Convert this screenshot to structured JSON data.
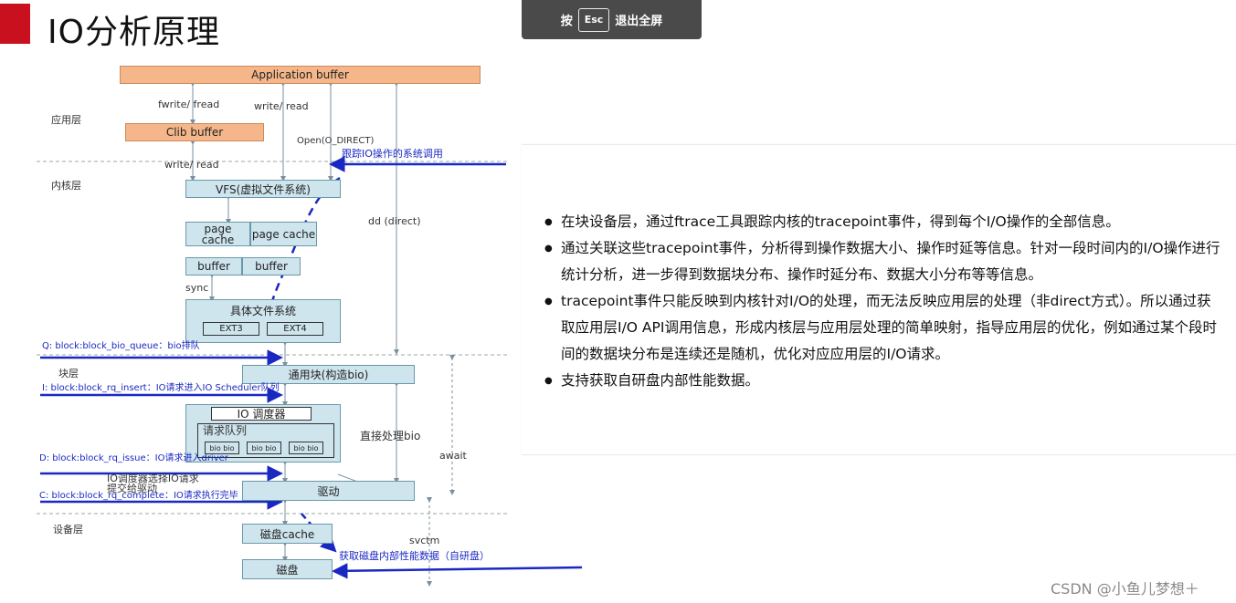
{
  "header": {
    "title": "IO分析原理"
  },
  "fullscreen_bar": {
    "press": "按",
    "key": "Esc",
    "action": "退出全屏"
  },
  "diagram": {
    "layers": {
      "app": "应用层",
      "kernel": "内核层",
      "block": "块层",
      "device": "设备层"
    },
    "boxes": {
      "app_buffer": "Application buffer",
      "clib_buffer": "Clib buffer",
      "vfs": "VFS(虚拟文件系统)",
      "page_cache_1": "page cache",
      "page_cache_2": "page cache",
      "buffer_1": "buffer",
      "buffer_2": "buffer",
      "fs": "具体文件系统",
      "ext3": "EXT3",
      "ext4": "EXT4",
      "generic_block": "通用块(构造bio)",
      "io_scheduler": "IO 调度器",
      "request_queue": "请求队列",
      "bio_1": "bio bio",
      "bio_2": "bio bio",
      "bio_3": "bio bio",
      "driver": "驱动",
      "disk_cache": "磁盘cache",
      "disk": "磁盘"
    },
    "labels": {
      "fwrite": "fwrite/ fread",
      "write_read_top": "write/ read",
      "write_read_mid": "write/ read",
      "open_direct": "Open(O_DIRECT)",
      "trace_syscall": "跟踪IO操作的系统调用",
      "dd_direct": "dd (direct)",
      "sync": "sync",
      "q_queue": "Q: block:block_bio_queue：bio排队",
      "i_insert": "I: block:block_rq_insert：IO请求进入IO Scheduler队列",
      "d_issue": "D: block:block_rq_issue：IO请求进入driver",
      "c_complete": "C: block:block_rq_complete：IO请求执行完毕",
      "direct_bio": "直接处理bio",
      "await": "await",
      "scheduler_select": "IO调度器选择IO请求提交给驱动",
      "svctm": "svctm",
      "disk_perf": "获取磁盘内部性能数据（自研盘）"
    }
  },
  "bullets": [
    "在块设备层，通过ftrace工具跟踪内核的tracepoint事件，得到每个I/O操作的全部信息。",
    "通过关联这些tracepoint事件，分析得到操作数据大小、操作时延等信息。针对一段时间内的I/O操作进行统计分析，进一步得到数据块分布、操作时延分布、数据大小分布等等信息。",
    "tracepoint事件只能反映到内核针对I/O的处理，而无法反映应用层的处理（非direct方式）。所以通过获取应用层I/O API调用信息，形成内核层与应用层处理的简单映射，指导应用层的优化，例如通过某个段时间的数据块分布是连续还是随机，优化对应应用层的I/O请求。",
    "支持获取自研盘内部性能数据。"
  ],
  "watermark": "CSDN @小鱼儿梦想＋",
  "colors": {
    "accent_red": "#c8101e",
    "arrow_blue": "#1a28c2",
    "orange_box": "#f5b78a",
    "blue_box": "#cfe5ee"
  }
}
